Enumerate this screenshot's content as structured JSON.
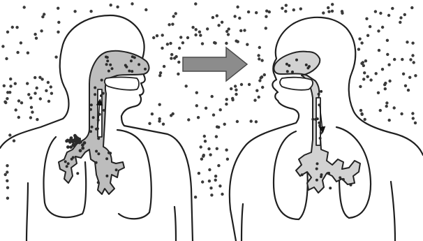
{
  "figure": {
    "panels": [
      {
        "id": "left",
        "flow_direction": "exhale",
        "particle_cluster_in_lung": true
      },
      {
        "id": "right",
        "flow_direction": "inhale",
        "particle_cluster_in_lung": false
      }
    ],
    "transition_arrow": "right-arrow-icon",
    "colors": {
      "outline": "#1f1f1f",
      "airway_fill": "#bdbdbd",
      "particles": "#3a3a3a",
      "transition_arrow": "#8c8c8c"
    }
  }
}
